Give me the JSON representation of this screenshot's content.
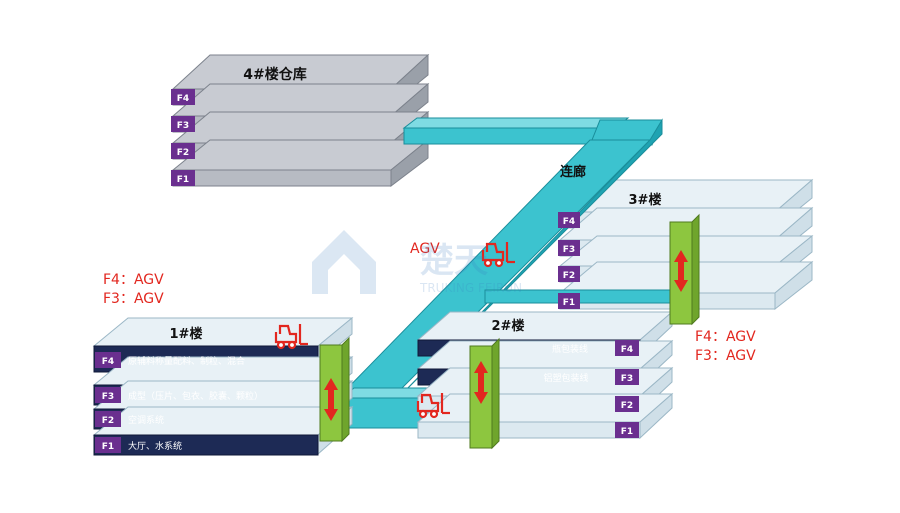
{
  "colors": {
    "floor_gray_top": "#c8cbd2",
    "floor_gray_side": "#8f949d",
    "floor_light_top": "#e8f1f6",
    "floor_navy": "#1d2a55",
    "floor_badge": "#6a2f8f",
    "corridor_cyan": "#3cc3cf",
    "lift_green": "#8dc63f",
    "arrow_red": "#e2271f",
    "agv_red": "#e2271f"
  },
  "buildings": {
    "b4": {
      "title": "4#楼仓库",
      "floors": [
        "F4",
        "F3",
        "F2",
        "F1"
      ]
    },
    "b3": {
      "title": "3#楼",
      "floors": [
        "F4",
        "F3",
        "F2",
        "F1"
      ]
    },
    "b1": {
      "title": "1#楼",
      "floors": [
        {
          "badge": "F4",
          "text": "原辅料称量配料、制粒、混合"
        },
        {
          "badge": "F3",
          "text": "成型（压片、包衣、胶囊、颗粒）"
        },
        {
          "badge": "F2",
          "text": "空调系统"
        },
        {
          "badge": "F1",
          "text": "大厅、水系统"
        }
      ]
    },
    "b2": {
      "title": "2#楼",
      "floors": [
        {
          "badge": "F4",
          "text": "瓶包装线"
        },
        {
          "badge": "F3",
          "text": "铝塑包装线"
        },
        {
          "badge": "F2",
          "text": ""
        },
        {
          "badge": "F1",
          "text": ""
        }
      ]
    }
  },
  "corridor_label": "连廊",
  "agv_labels": {
    "center": "AGV",
    "left_line1": "F4：AGV",
    "left_line2": "F3：AGV",
    "right_line1": "F4：AGV",
    "right_line2": "F3：AGV"
  },
  "icons": [
    "forklift-icon",
    "lift-arrow-icon",
    "watermark-logo"
  ],
  "watermark": {
    "text_cn": "楚天",
    "text_en": "TRUKING FEIRUN"
  }
}
